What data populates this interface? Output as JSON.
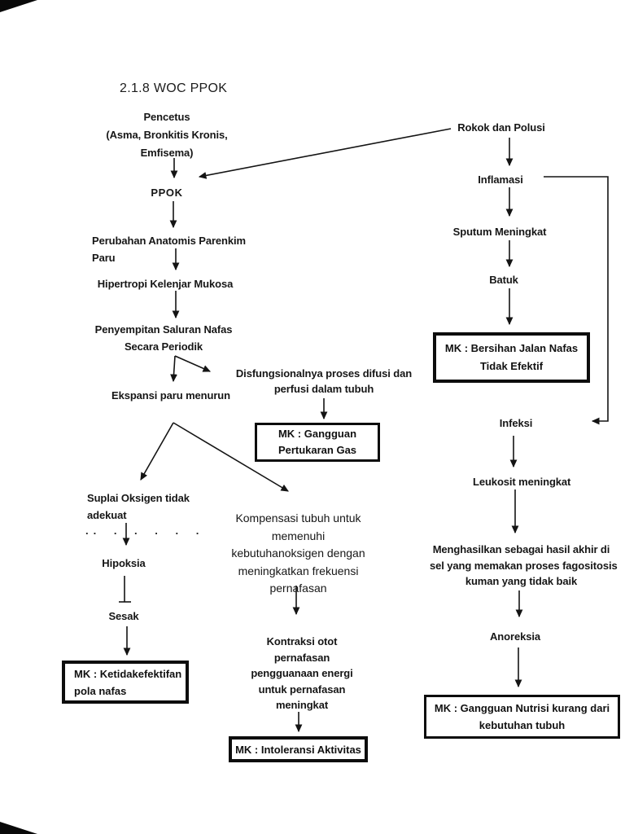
{
  "page": {
    "title": "2.1.8 WOC PPOK"
  },
  "nodes": {
    "pencetus": [
      "Pencetus",
      "(Asma, Bronkitis Kronis,",
      "Emfisema)"
    ],
    "ppok": [
      "PPOK"
    ],
    "perubahan": [
      "Perubahan Anatomis Parenkim",
      "Paru"
    ],
    "hipertropi": [
      "Hipertropi Kelenjar Mukosa"
    ],
    "penyempitan": [
      "Penyempitan Saluran Nafas",
      "Secara Periodik"
    ],
    "ekspansi": [
      "Ekspansi paru menurun"
    ],
    "disfungsional": [
      "Disfungsionalnya proses difusi dan",
      "perfusi dalam tubuh"
    ],
    "suplai": [
      "Suplai Oksigen tidak",
      "adekuat"
    ],
    "dots": ".. .  .  .  .  .",
    "hipoksia": [
      "Hipoksia"
    ],
    "sesak": [
      "Sesak"
    ],
    "kompensasi": [
      "Kompensasi tubuh untuk",
      "memenuhi",
      "kebutuhanoksigen dengan",
      "meningkatkan frekuensi",
      "pernafasan"
    ],
    "kontraksi": [
      "Kontraksi otot",
      "pernafasan",
      "pengguanaan energi",
      "untuk pernafasan",
      "meningkat"
    ],
    "rokok": [
      "Rokok dan Polusi"
    ],
    "inflamasi": [
      "Inflamasi"
    ],
    "sputum": [
      "Sputum Meningkat"
    ],
    "batuk": [
      "Batuk"
    ],
    "infeksi": [
      "Infeksi"
    ],
    "leukosit": [
      "Leukosit meningkat"
    ],
    "menghasilkan": [
      "Menghasilkan sebagai hasil akhir di",
      "sel yang memakan proses fagositosis",
      "kuman yang tidak baik"
    ],
    "anoreksia": [
      "Anoreksia"
    ]
  },
  "mk_boxes": {
    "bersihan": [
      "MK : Bersihan Jalan Nafas",
      "Tidak Efektif"
    ],
    "pertukaran": [
      "MK : Gangguan",
      "Pertukaran Gas"
    ],
    "pola_nafas": [
      "MK : Ketidakefektifan",
      "pola nafas"
    ],
    "intoleransi": [
      "MK : Intoleransi Aktivitas"
    ],
    "nutrisi": [
      "MK : Gangguan Nutrisi kurang dari",
      "kebutuhan tubuh"
    ]
  },
  "colors": {
    "text": "#161616",
    "line": "#141414",
    "box_border": "#0d0d0d",
    "background": "#ffffff"
  }
}
